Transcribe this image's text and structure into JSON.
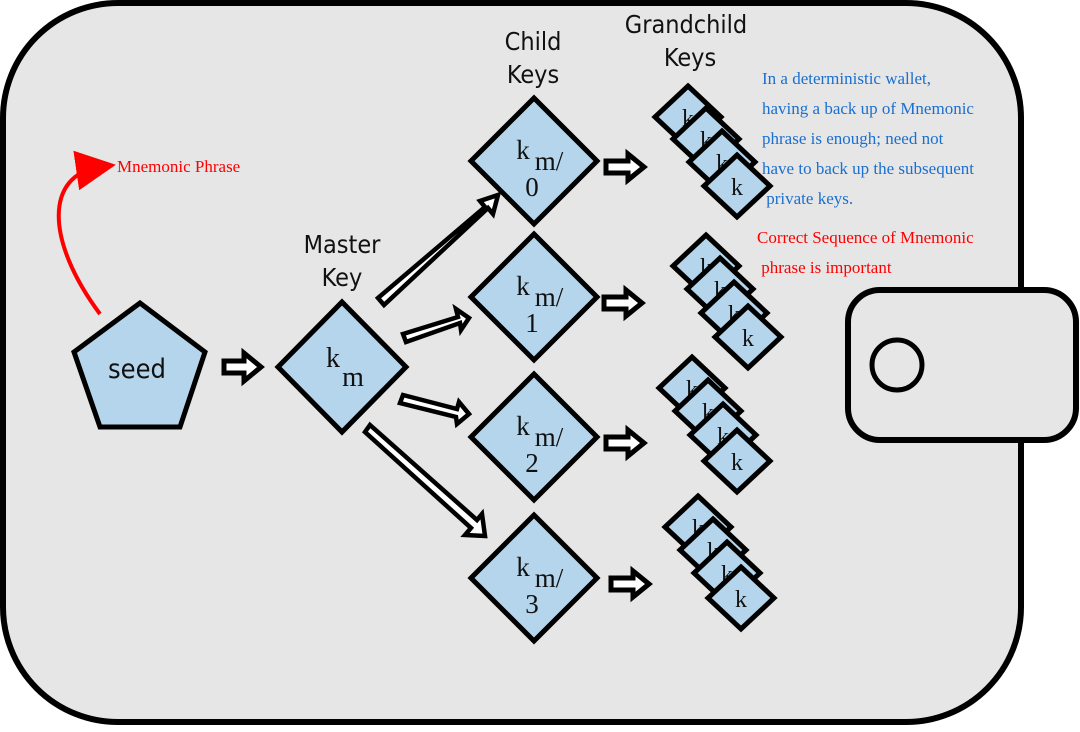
{
  "colors": {
    "wallet_fill": "#e6e6e6",
    "node_fill": "#b5d5ec",
    "stroke": "#000000",
    "note_blue": "#1a6fcf",
    "note_red": "#ff0000"
  },
  "labels": {
    "seed": "seed",
    "master_key": [
      "Master",
      "Key"
    ],
    "child_keys": [
      "Child",
      "Keys"
    ],
    "grandchild_keys": [
      "Grandchild",
      "Keys"
    ],
    "mnemonic_phrase": "Mnemonic Phrase"
  },
  "master": {
    "main": "k",
    "sub": "m"
  },
  "children": [
    {
      "main": "k",
      "sub": "m/",
      "index": "0"
    },
    {
      "main": "k",
      "sub": "m/",
      "index": "1"
    },
    {
      "main": "k",
      "sub": "m/",
      "index": "2"
    },
    {
      "main": "k",
      "sub": "m/",
      "index": "3"
    }
  ],
  "grandchild_label": "k",
  "notes": {
    "deterministic": [
      "In a deterministic wallet,",
      "having a back up of Mnemonic",
      "phrase is enough; need not",
      "have to back up the subsequent",
      " private keys."
    ],
    "sequence": [
      "Correct Sequence of Mnemonic",
      " phrase is important"
    ]
  }
}
